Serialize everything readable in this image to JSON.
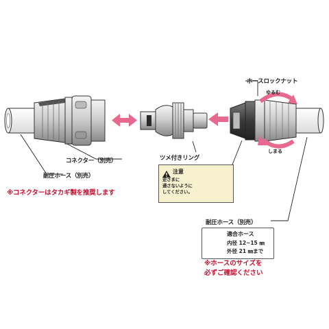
{
  "labels": {
    "connector": "コネクター（別売）",
    "hose_left": "耐圧ホース（別売）",
    "connector_note": "※コネクターはタカギ製を推奨します",
    "claw_ring": "ツメ付きリング",
    "lock_nut": "ホースロックナット",
    "loosen": "ゆるむ",
    "tighten": "しまる",
    "hose_right": "耐圧ホース（別売）"
  },
  "caution": {
    "title": "注意",
    "lines": [
      "逆さまに",
      "通さないように",
      "してください。"
    ]
  },
  "compatible_hose": {
    "title": "適合ホース",
    "inner": "内径  12~15 ㎜",
    "outer": "外径  21 ㎜まで"
  },
  "hose_note": {
    "line1": "※ホースのサイズを",
    "line2": "必ずご確認ください"
  },
  "colors": {
    "arrow_pink": "#e8698f",
    "note_red": "#c8102e",
    "caution_bg": "#f7f1cf",
    "fit_icon_blue": "#3a78c2"
  }
}
